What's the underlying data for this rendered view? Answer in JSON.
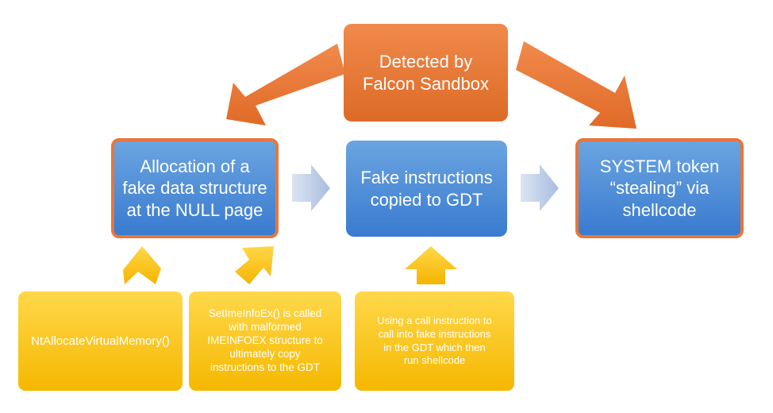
{
  "nodes": {
    "detected": "Detected by\nFalcon Sandbox",
    "allocation": "Allocation of a\nfake data structure\nat the NULL page",
    "fake_instructions": "Fake instructions\ncopied to GDT",
    "system_token": "SYSTEM token\n“stealing” via\nshellcode",
    "nt_allocate": "NtAllocateVirtualMemory()",
    "setimeinfo": "SetImeInfoEx() is called\nwith malformed\nIMEINFOEX structure to\nultimately copy\ninstructions to the GDT",
    "call_instruction": "Using a call instruction to\ncall into fake instructions\nin the GDT which then\nrun shellcode"
  },
  "colors": {
    "orange": "#e8763a",
    "blue": "#4a8ad8",
    "light_blue_arrow": "#aebfe0",
    "yellow": "#f7c313"
  }
}
